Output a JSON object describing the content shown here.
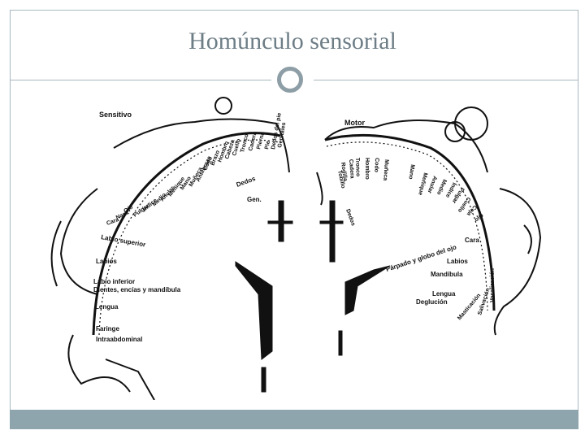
{
  "slide": {
    "title": "Homúnculo sensorial",
    "theme_colors": {
      "title": "#6d7d86",
      "frame": "#a9b8c0",
      "footer": "#8fa5ad",
      "ink": "#111111"
    }
  },
  "diagram": {
    "sensory": {
      "heading": "Sensitivo",
      "arc_labels": [
        "Genitales",
        "Dedos del pie",
        "Pie",
        "Pierna",
        "Cadera",
        "Tronco",
        "Cuello",
        "Cabeza",
        "Hombro",
        "Brazo",
        "Codo",
        "Antebrazo",
        "Muñeca",
        "Mano",
        "Meñique",
        "Anular",
        "Medio",
        "Índice",
        "Pulgar",
        "Ojo",
        "Nariz",
        "Cara"
      ],
      "side_labels": [
        "Labio superior",
        "Labios",
        "Labio inferior",
        "Dientes, encías y mandíbula",
        "Lengua",
        "Faringe",
        "Intraabdominal"
      ],
      "inner_labels": [
        "Dedos",
        "Gen."
      ]
    },
    "motor": {
      "heading": "Motor",
      "arc_labels": [
        "Dedos",
        "Tobillo",
        "Rodilla",
        "Cadera",
        "Tronco",
        "Hombro",
        "Codo",
        "Muñeca",
        "Mano",
        "Meñique",
        "Anular",
        "Medio",
        "Índice",
        "Pulgar",
        "Cuello",
        "Ceja",
        "Ojo"
      ],
      "diagonal_label": "Párpado y globo del ojo",
      "side_labels": [
        "Cara",
        "Labios",
        "Mandíbula",
        "Lengua",
        "Deglución"
      ],
      "right_labels": [
        "Vocalización",
        "Salivación",
        "Masticación"
      ]
    }
  }
}
